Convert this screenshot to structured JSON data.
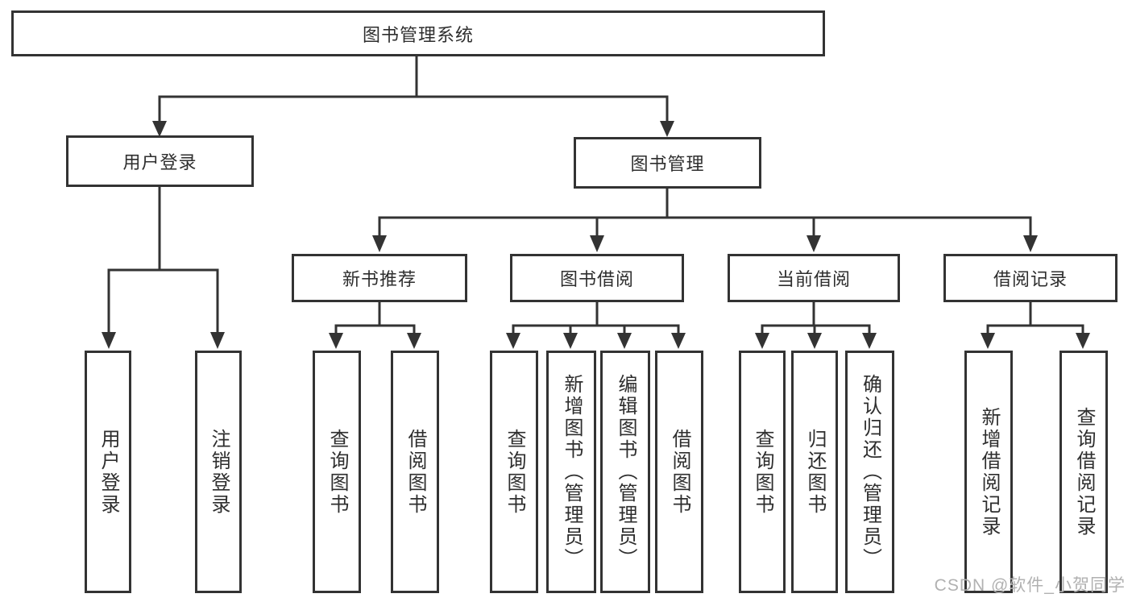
{
  "tree": {
    "root": {
      "label": "图书管理系统",
      "children": [
        {
          "label": "用户登录",
          "children": [
            {
              "label": "用户登录"
            },
            {
              "label": "注销登录"
            }
          ]
        },
        {
          "label": "图书管理",
          "children": [
            {
              "label": "新书推荐",
              "children": [
                {
                  "label": "查询图书"
                },
                {
                  "label": "借阅图书"
                }
              ]
            },
            {
              "label": "图书借阅",
              "children": [
                {
                  "label": "查询图书"
                },
                {
                  "label": "新增图书（管理员）"
                },
                {
                  "label": "编辑图书（管理员）"
                },
                {
                  "label": "借阅图书"
                }
              ]
            },
            {
              "label": "当前借阅",
              "children": [
                {
                  "label": "查询图书"
                },
                {
                  "label": "归还图书"
                },
                {
                  "label": "确认归还（管理员）"
                }
              ]
            },
            {
              "label": "借阅记录",
              "children": [
                {
                  "label": "新增借阅记录"
                },
                {
                  "label": "查询借阅记录"
                }
              ]
            }
          ]
        }
      ]
    }
  },
  "watermark": {
    "text": "CSDN @软件_小贺同学"
  },
  "colors": {
    "line": "#333333",
    "text": "#2e2e2e",
    "watermark": "#b1b1b1",
    "background": "#ffffff"
  }
}
